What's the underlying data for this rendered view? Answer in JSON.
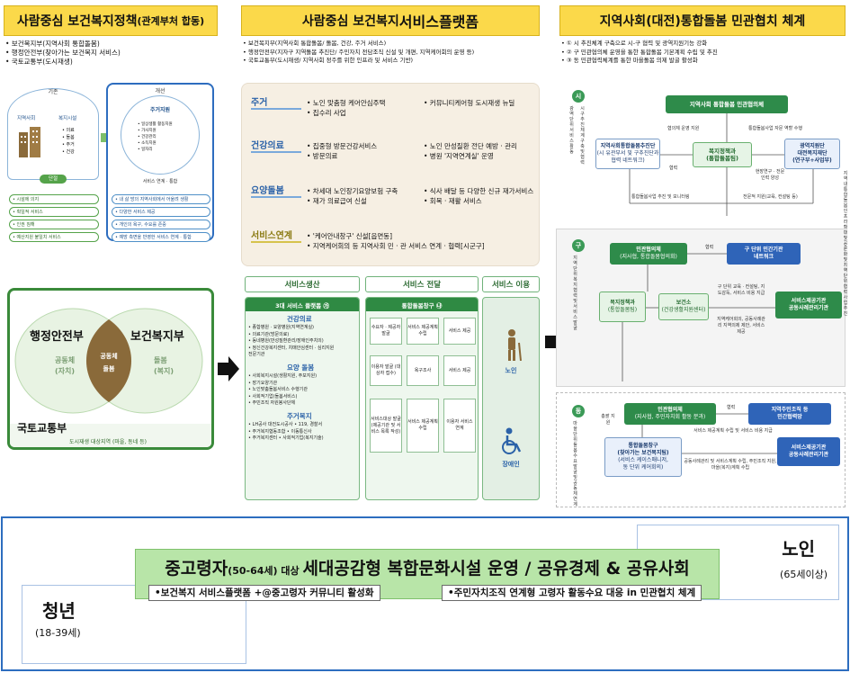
{
  "left": {
    "title_main": "사람중심 보건복지 ",
    "title_bold": "정책",
    "title_paren": "(관계부처 합동)",
    "bullets": [
      "• 보건복지부(지역사회 통합돌봄)",
      "• 행정안전부(찾아가는 보건복지 서비스)",
      "• 국토교통부(도시재생)"
    ],
    "before_label": "기존",
    "after_label": "개선",
    "before_col1": "지역사회",
    "before_col2": "복지시설",
    "before_list": [
      "• 의료",
      "• 돌봄",
      "• 주거",
      "• 건강"
    ],
    "before_disconnect": "단절",
    "after_center": "주거지원",
    "after_list": [
      "• 일상생활 활동지원",
      "• 가사지원",
      "• 건강관리",
      "• 소득지원",
      "• 일자리"
    ],
    "after_link": "서비스 연계 · 통합",
    "before_chips": [
      "• 시설에 의지",
      "• 획일적 서비스",
      "• 인권 침해",
      "• 예산지원 불일치 서비스"
    ],
    "after_chips": [
      "• 내 삶 방의 지역사회에서 어울려 생활",
      "• 다양한 서비스 제공",
      "• 개인의 욕구, 수요를 존중",
      "• 예방 측면을 반영한 서비스 연계 · 통합"
    ],
    "venn_a": "행정안전부",
    "venn_a_sub1": "공동체",
    "venn_a_sub2": "(자치)",
    "venn_b": "보건복지부",
    "venn_b_sub1": "돌봄",
    "venn_b_sub2": "(복지)",
    "venn_center1": "공동체",
    "venn_center2": "돌봄",
    "venn_c": "국토교통부",
    "venn_c_sub": "도시재생 대상지역 (마을, 동네 등)"
  },
  "mid": {
    "title_main": "사람중심 보건복지 ",
    "title_bold": "서비스플랫폼",
    "bullets": [
      "• 보건복지부(지역사회 통합돌봄/ 돌봄, 건강, 주거 서비스)",
      "• 행정안전부(지자구 지역돌봄 추진단/ 주민자치 전담조직 신설 및 개편, 지역케어회의 운영 등)",
      "• 국토교통부(도시재생/ 지역사회 정주를 위한 인프라 및 서비스 기반)"
    ],
    "rows": [
      {
        "cat": "주거",
        "c1": [
          "• 노인 맞춤형 케어안심주택",
          "• 집수리 사업"
        ],
        "c2": [
          "• 커뮤니티케어형 도시재생 뉴딜"
        ]
      },
      {
        "cat": "건강의료",
        "c1": [
          "• 집중형 방문건강서비스",
          "• 방문의료"
        ],
        "c2": [
          "• 노인 만성질환 전단 예방 · 관리",
          "• 병원 '지역연계실' 운영"
        ]
      },
      {
        "cat": "요양돌봄",
        "c1": [
          "• 차세대 노인장기요양보험 구축",
          "• 재가 의료급여 신설"
        ],
        "c2": [
          "• 식사 배달 등 다양한 신규 재가서비스",
          "• 회복 · 재활 서비스"
        ]
      },
      {
        "cat": "서비스연계",
        "c1": [
          "• '케어안내창구' 신설[읍면동]",
          "• 지역케어회의 등 지역사회 민 · 관 서비스 연계 · 협력[시군구]"
        ],
        "c2": []
      }
    ],
    "tabs": [
      "서비스생산",
      "서비스 전달",
      "서비스 이용"
    ],
    "platform3": "3대 서비스 플랫폼 ㉮",
    "platform_unified": "통합돌봄창구 ㉯",
    "health_hd": "건강의료",
    "health_items": [
      "• 종합병원 · 요양병원(지역연계실)",
      "• 의료기관(방문의료)",
      "• 동네병원(만성질환관리/장애인주치의)",
      "• 정신건강복지센터, 치매안심센터 · 심리지원",
      "  전문기관"
    ],
    "care_hd": "요양 돌봄",
    "care_items": [
      "• 사회복지시설(생활지원, 주보지원)",
      "• 장기요양기관",
      "• 노인맞춤돌봄서비스 수행기관",
      "• 사회적기업(돌봄서비스)",
      "• 주민조직 자원봉사단체"
    ],
    "housing_hd": "주거복지",
    "housing_items": [
      "• LH공사 대전도시공사 • 119, 경찰서",
      "• 주거복지협동조합     • 이동통신사",
      "• 주거복지센터           • 사회적기업(복지기술)"
    ],
    "flow1": [
      "수요자 · 제공자 발굴",
      "서비스 제공계획 수립",
      "서비스 제공"
    ],
    "flow2": [
      "이용자 발굴 (대상자 접수)",
      "욕구조사",
      "서비스 제공"
    ],
    "flow3": [
      "서비스대상 발굴 (제공기관 및 서비스 목록 작성)",
      "서비스 제공계획 수립",
      "이용자 서비스 연계"
    ],
    "users": [
      "노인",
      "장애인"
    ]
  },
  "right": {
    "title_main": "지역사회(대전) ",
    "title_bold": "통합돌봄 민관협치 체계",
    "bullets": [
      "• ① 시 추진체계 구축으로 시-구 협력 및 광역지원기능 강화",
      "• ② 구 민관협의체 운영을 통한 통합돌봄 기본계획 수립 및 추진",
      "• ③ 동 민관협력체계를 통한 마을돌봄 의제 발굴 활성화"
    ],
    "sec_si": "시",
    "sec_gu": "구",
    "sec_dong": "동",
    "si_vertical": "광역단위 서비스 활동",
    "si_vertical2": "시 구 추진체계 구축 및 협력",
    "council_si": "지역사회 통합돌봄 민관협의체",
    "si_note1": "협의체 운영 지원",
    "si_note2": "통합돌봄사업 자문 역할 수행",
    "si_left_box": [
      "지역사회통합돌봄추진단",
      "(시 유관부서 및 구추진단과",
      "협력 네트워크)"
    ],
    "si_center_box": [
      "복지정책과",
      "(통합돌봄팀)"
    ],
    "si_right_box": [
      "광역지원단",
      "대전복지재단",
      "(연구부+사업부)"
    ],
    "si_coop": "협력",
    "si_note3": "현장연구 · 전문인력 양성",
    "si_note4": "통합돌봄사업 추진 및 모니터링",
    "si_note5": "전문적 지원(교육, 컨설팅 등)",
    "gu_vertical": "지역단위 복지 협력 및 서비스 발굴",
    "council_gu": [
      "민관협의체",
      "(지사협, 통합돌봄협의회)"
    ],
    "gu_coop": "협력",
    "gu_network": [
      "구 단위 민간기관",
      "네트워크"
    ],
    "gu_welfare": [
      "복지정책과",
      "(통합돌봄팀)"
    ],
    "gu_health": [
      "보건소",
      "(건강생활지원센터)"
    ],
    "gu_note1": "구 단위 교육 · 컨설팅, 지도감독, 서비스 비용 지급",
    "gu_note2": "지역케어회의, 공동사례관리 지역의제 제안, 서비스 제공",
    "gu_provider": [
      "서비스제공기관",
      "공동사례관리기관"
    ],
    "dong_vertical": "마을단위 돌봄 수요발굴 및 공동체 연계",
    "dong_support": "총괄 지원",
    "council_dong": [
      "민관협의체",
      "(지사협, 주민자치회 활동 분과)"
    ],
    "dong_coop": "협력",
    "dong_local": [
      "지역주민조직 등",
      "민간협력망"
    ],
    "dong_window": [
      "통합돌봄창구",
      "(찾아가는 보건복지팀)",
      "(서비스 케이스매니저,",
      "동 단위 케어회의)"
    ],
    "dong_note1": "서비스 제공계획 수립 및 서비스 비용 지급",
    "dong_note2": "공동사례관리 및 서비스계획 수립, 주민조직 지원, 마을(복지)계획 수립",
    "dong_provider": [
      "서비스제공기관",
      "공동사례관리기관"
    ],
    "far_right_vertical": "지역내 통합돌봄 인프라 확대 및 공론화 및 지역 단위 협력사업 추진"
  },
  "bottom": {
    "title_pre": "중고령자",
    "title_age": "(50-64세)",
    "title_mid": " 대상 ",
    "title_bold": "세대공감형 복합문화시설 운영 / 공유경제 & 공유사회",
    "pill1": "•보건복지 서비스플랫폼 +@중고령자 커뮤니티 활성화",
    "pill2": "•주민자치조직 연계형 고령자 활동수요 대응 in 민관협치 체계",
    "youth": "청년",
    "youth_age": "(18-39세)",
    "old": "노인",
    "old_age": "(65세이상)"
  },
  "colors": {
    "title_bg": "#fbd94a",
    "green": "#2e8b4a",
    "blue": "#2f64b8",
    "banner_bg": "#b8e5a8",
    "frame": "#2d6dbf"
  }
}
